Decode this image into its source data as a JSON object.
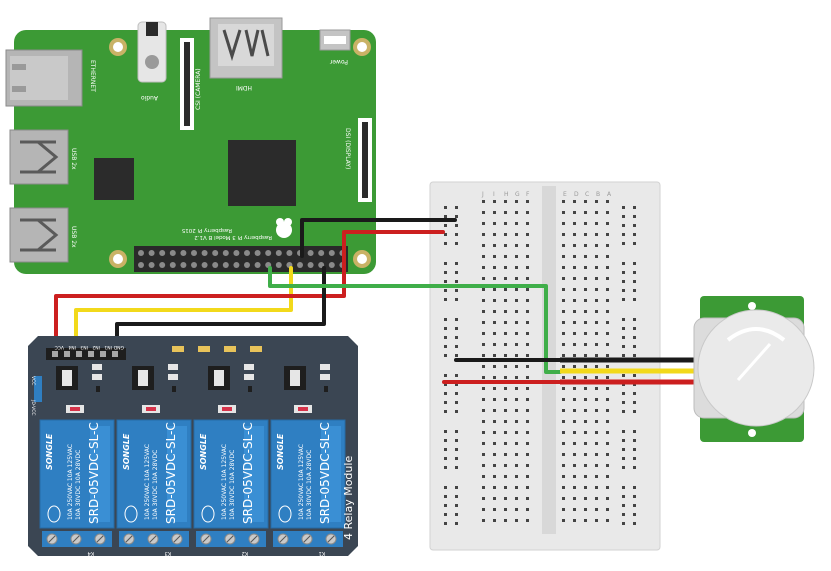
{
  "raspberry_pi": {
    "model_text": "Raspberry Pi 3 Model B V1.2",
    "copyright_text": "Raspberry Pi 2015",
    "ethernet_label": "ETHERNET",
    "usb_label_1": "USB 2x",
    "usb_label_2": "USB 2x",
    "audio_label": "Audio",
    "csi_label": "CSI (CAMERA)",
    "hdmi_label": "HDMI",
    "power_label": "Power",
    "dsi_label": "DSI (DISPLAY)",
    "board_color": "#3c9a35"
  },
  "relay_module": {
    "module_label": "4 Relay Module",
    "header_pins": [
      "GND",
      "IN1",
      "IN2",
      "IN3",
      "IN4",
      "VCC"
    ],
    "jumper_top_label": "VCC",
    "jumper_bottom_label": "JD-VCC",
    "relay_brand": "SONGLE",
    "relay_model": "SRD-05VDC-SL-C",
    "relay_rating_1": "10A 250VAC  10A 125VAC",
    "relay_rating_2": "10A 30VDC  10A 28VDC",
    "relay_count": 4,
    "terminal_labels": [
      "K4",
      "K3",
      "K2",
      "K1"
    ],
    "board_color": "#3b4653",
    "relay_color": "#2f7fc2"
  },
  "breadboard": {
    "column_letters_left": [
      "J",
      "I",
      "H",
      "G",
      "F"
    ],
    "column_letters_right": [
      "E",
      "D",
      "C",
      "B",
      "A"
    ],
    "color": "#e6e6e6"
  },
  "pir_sensor": {
    "board_color": "#3c9a35",
    "dome_color": "#e8e8e8"
  },
  "wire_colors": {
    "black": "#1a1a1a",
    "red": "#cc1f1f",
    "yellow": "#f2d91b",
    "green": "#3fae49"
  }
}
